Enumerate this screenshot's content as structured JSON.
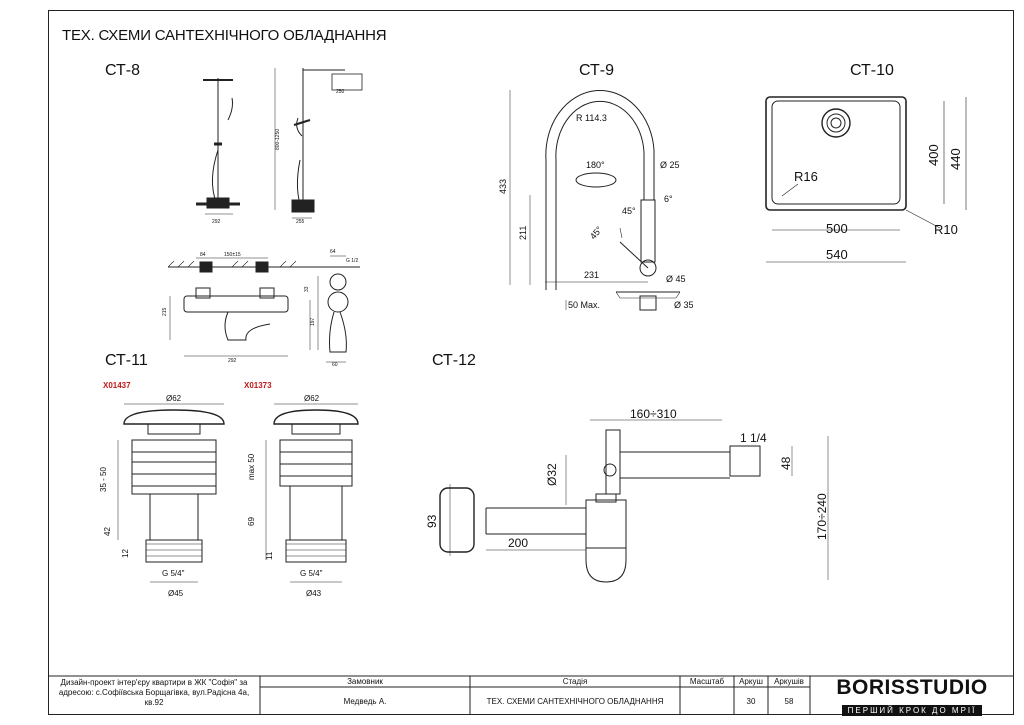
{
  "page_title": "ТЕХ. СХЕМИ САНТЕХНІЧНОГО ОБЛАДНАННЯ",
  "sections": {
    "ct8": "СТ-8",
    "ct9": "СТ-9",
    "ct10": "СТ-10",
    "ct11": "СТ-11",
    "ct12": "СТ-12"
  },
  "ct8_dims": {
    "head": "250",
    "height": "800-1250",
    "w1": "292",
    "w2": "255",
    "spacing": "150±15",
    "depth": "64",
    "width": "292",
    "d1": "84",
    "d2": "60",
    "h1": "215",
    "h2": "197",
    "h3": "33",
    "angle": "G 1/2"
  },
  "ct9_dims": {
    "radius": "R 114.3",
    "rotation": "180°",
    "spout_d": "Ø 25",
    "height": "433",
    "spout_h": "211",
    "reach": "231",
    "angle1": "45°",
    "angle2": "45°",
    "tilt": "6°",
    "base_d": "Ø 45",
    "deck": "50 Max.",
    "hole_d": "Ø 35"
  },
  "ct10_dims": {
    "inner_h": "400",
    "outer_h": "440",
    "inner_r": "R16",
    "inner_w": "500",
    "outer_r": "R10",
    "outer_w": "540"
  },
  "ct11": {
    "left_code": "X01437",
    "right_code": "X01373",
    "left": {
      "cap": "Ø62",
      "range": "35 - 50",
      "body": "42",
      "thread_h": "12",
      "thread": "G 5/4\"",
      "base": "Ø45"
    },
    "right": {
      "cap": "Ø62",
      "range": "max 50",
      "body": "69",
      "thread_h": "11",
      "thread": "G 5/4\"",
      "base": "Ø43"
    }
  },
  "ct12_dims": {
    "reach": "160÷310",
    "inlet": "1 1/4",
    "inlet_h": "48",
    "pipe_d": "Ø32",
    "height": "170÷240",
    "cup": "93",
    "outlet": "200"
  },
  "title_block": {
    "project": "Дизайн-проект інтер'єру квартири в ЖК \"Софія\" за адресою: с.Софіївська Борщагівка, вул.Радісна 4а, кв.92",
    "client_label": "Замовник",
    "client_value": "Медведь А.",
    "stage_label": "Стадія",
    "stage_value": "ТЕХ. СХЕМИ САНТЕХНІЧНОГО ОБЛАДНАННЯ",
    "scale_label": "Масштаб",
    "sheet_label": "Аркуш",
    "sheet_value": "30",
    "sheets_label": "Аркушів",
    "sheets_value": "58",
    "brand": "BORISSTUDIO",
    "slogan": "ПЕРШИЙ КРОК ДО МРІЇ"
  }
}
